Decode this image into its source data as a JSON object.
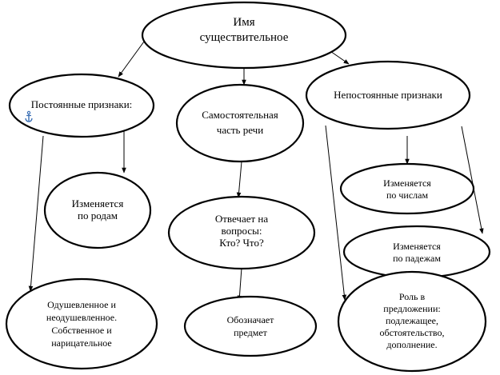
{
  "nodes": {
    "root": {
      "lines": [
        "Имя",
        "существительное"
      ]
    },
    "constant": {
      "lines": [
        "Постоянные признаки:"
      ]
    },
    "independent": {
      "lines": [
        "Самостоятельная",
        "часть речи"
      ]
    },
    "nonconstant": {
      "lines": [
        "Непостоянные признаки"
      ]
    },
    "gender": {
      "lines": [
        "Изменяется",
        "по родам"
      ]
    },
    "questions": {
      "lines": [
        "Отвечает на",
        "вопросы:",
        "Кто? Что?"
      ]
    },
    "number": {
      "lines": [
        "Изменяется",
        "по числам"
      ]
    },
    "cases": {
      "lines": [
        "Изменяется",
        "по падежам"
      ]
    },
    "animate": {
      "lines": [
        "Одушевленное и",
        "неодушевленное.",
        "Собственное и",
        "нарицательное"
      ]
    },
    "object": {
      "lines": [
        "Обозначает",
        "предмет"
      ]
    },
    "role": {
      "lines": [
        "Роль в",
        "предложении:",
        "подлежащее,",
        "обстоятельство,",
        "дополнение."
      ]
    }
  },
  "anchor_icon": "anchor-icon",
  "colors": {
    "stroke": "#000000",
    "background": "#ffffff",
    "anchor": "#3a6fb5"
  }
}
